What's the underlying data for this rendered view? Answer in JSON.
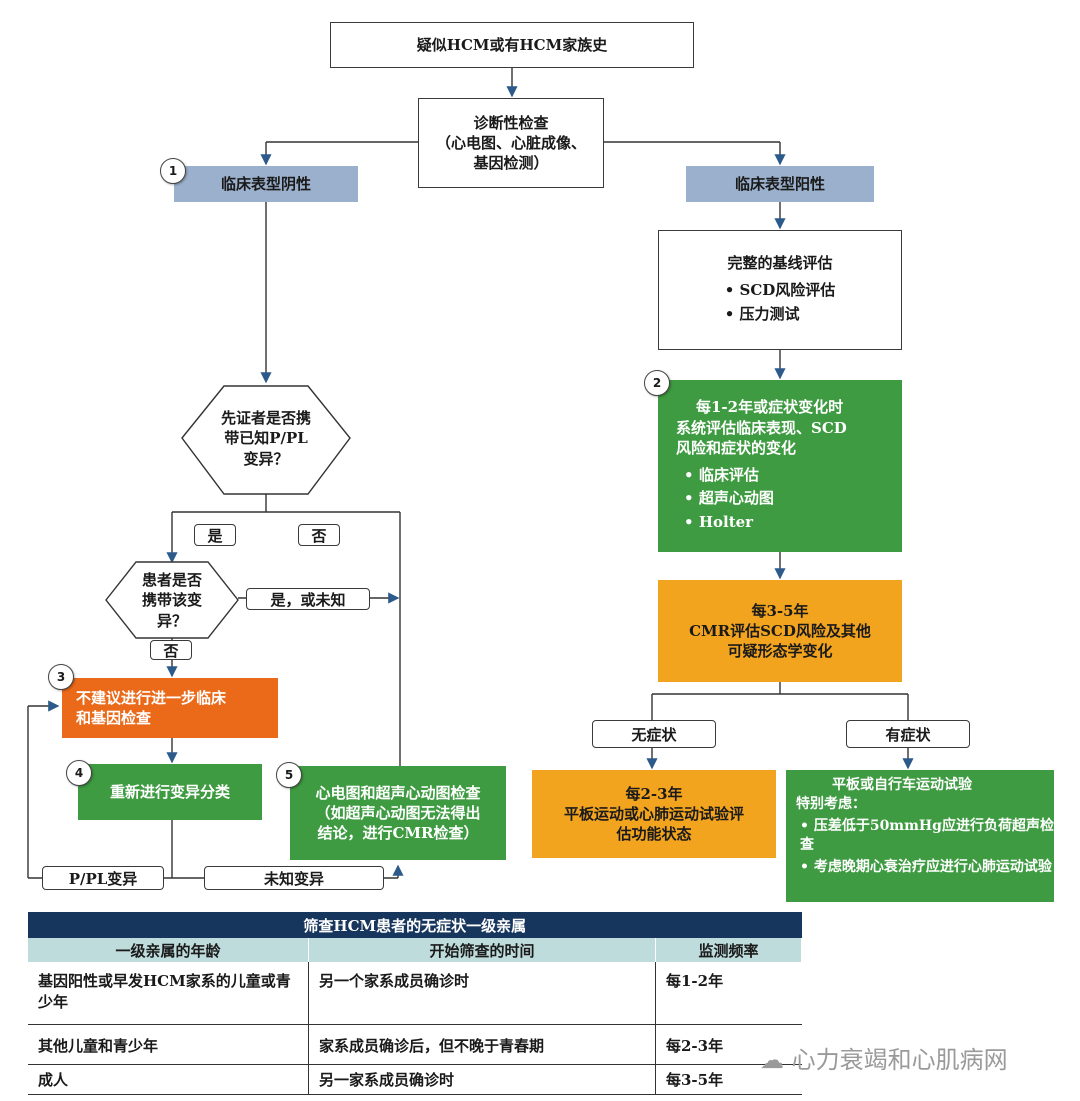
{
  "nodes": {
    "start": "疑似HCM或有HCM家族史",
    "diagnostic": [
      "诊断性检查",
      "（心电图、心脏成像、",
      "基因检测）"
    ],
    "neg": "临床表型阴性",
    "pos": "临床表型阳性",
    "baseline": {
      "title": "完整的基线评估",
      "items": [
        "SCD风险评估",
        "压力测试"
      ]
    },
    "yearly": {
      "lines": [
        "每1-2年或症状变化时",
        "系统评估临床表现、SCD",
        "风险和症状的变化"
      ],
      "items": [
        "临床评估",
        "超声心动图",
        "Holter"
      ]
    },
    "cmr": [
      "每3-5年",
      "CMR评估SCD风险及其他",
      "可疑形态学变化"
    ],
    "proband": [
      "先证者是否携",
      "带已知P/PL",
      "变异？"
    ],
    "patient": [
      "患者是否",
      "携带该变",
      "异？"
    ],
    "no_further": [
      "不建议进行进一步临床",
      "和基因检查"
    ],
    "reclassify": "重新进行变异分类",
    "ecg_echo": [
      "心电图和超声心动图检查",
      "（如超声心动图无法得出",
      "结论，进行CMR检查）"
    ],
    "asymptomatic": [
      "每2-3年",
      "平板运动或心肺运动试验评",
      "估功能状态"
    ],
    "symptomatic": {
      "lines": [
        "平板或自行车运动试验",
        "特别考虑："
      ],
      "items": [
        "压差低于50mmHg应进行负荷超声检查",
        "考虑晚期心衰治疗应进行心肺运动试验"
      ]
    }
  },
  "labels": {
    "yes": "是",
    "no": "否",
    "no2": "否",
    "yes_or_unknown": "是，或未知",
    "no_symptom": "无症状",
    "has_symptom": "有症状",
    "ppl_variant": "P/PL变异",
    "unknown_variant": "未知变异"
  },
  "numbers": [
    "1",
    "2",
    "3",
    "4",
    "5"
  ],
  "table": {
    "caption": "筛查HCM患者的无症状一级亲属",
    "headers": [
      "一级亲属的年龄",
      "开始筛查的时间",
      "监测频率"
    ],
    "rows": [
      [
        "基因阳性或早发HCM家系的儿童或青少年",
        "另一个家系成员确诊时",
        "每1-2年"
      ],
      [
        "其他儿童和青少年",
        "家系成员确诊后，但不晚于青春期",
        "每2-3年"
      ],
      [
        "成人",
        "另一家系成员确诊时",
        "每3-5年"
      ]
    ]
  },
  "watermark": "心力衰竭和心肌病网",
  "colors": {
    "green": "#3e9b41",
    "orange": "#f3a41f",
    "dark_orange": "#ea6a1a",
    "blue": "#9bb0cc",
    "navy": "#17365d",
    "teal": "#bfdcdc"
  }
}
